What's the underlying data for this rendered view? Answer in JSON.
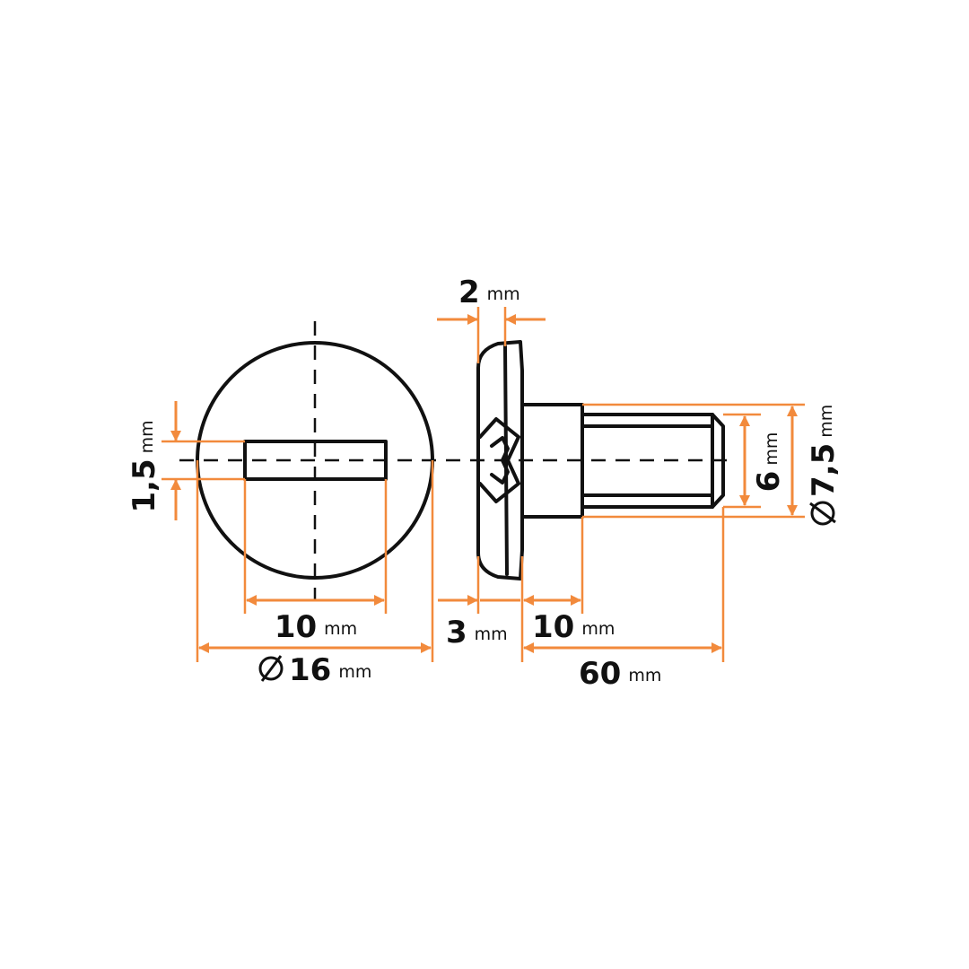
{
  "colors": {
    "dimension": "#f28a3c",
    "outline": "#111111",
    "background": "#ffffff"
  },
  "dimensions": {
    "slot_height": {
      "value": "1,5",
      "unit": "mm"
    },
    "slot_length": {
      "value": "10",
      "unit": "mm"
    },
    "head_diameter": {
      "symbol": "⌀",
      "value": "16",
      "unit": "mm"
    },
    "head_rim": {
      "value": "2",
      "unit": "mm"
    },
    "head_thickness": {
      "value": "3",
      "unit": "mm"
    },
    "neck_length": {
      "value": "10",
      "unit": "mm"
    },
    "total_length": {
      "value": "60",
      "unit": "mm"
    },
    "thread_diameter": {
      "value": "6",
      "unit": "mm"
    },
    "neck_diameter": {
      "symbol": "⌀",
      "value": "7,5",
      "unit": "mm"
    }
  }
}
